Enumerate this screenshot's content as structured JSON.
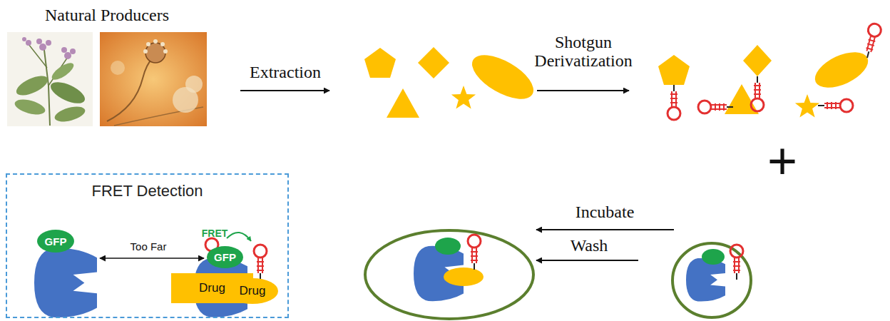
{
  "diagram": {
    "nodes": [
      {
        "text": [
          "FRET Detection"
        ]
      },
      {
        "text": [
          "GFP"
        ],
        "in": 0
      },
      {
        "text": [
          "Drug"
        ],
        "in": 0
      },
      {
        "text": [
          "GFP"
        ],
        "in": 0
      },
      {
        "text": [
          "Drug"
        ],
        "in": 0
      }
    ],
    "labels": [
      "Natural Producers",
      "Extraction",
      "Shotgun Derivatization",
      "+",
      "Incubate",
      "Wash",
      "Too Far",
      "FRET"
    ]
  }
}
